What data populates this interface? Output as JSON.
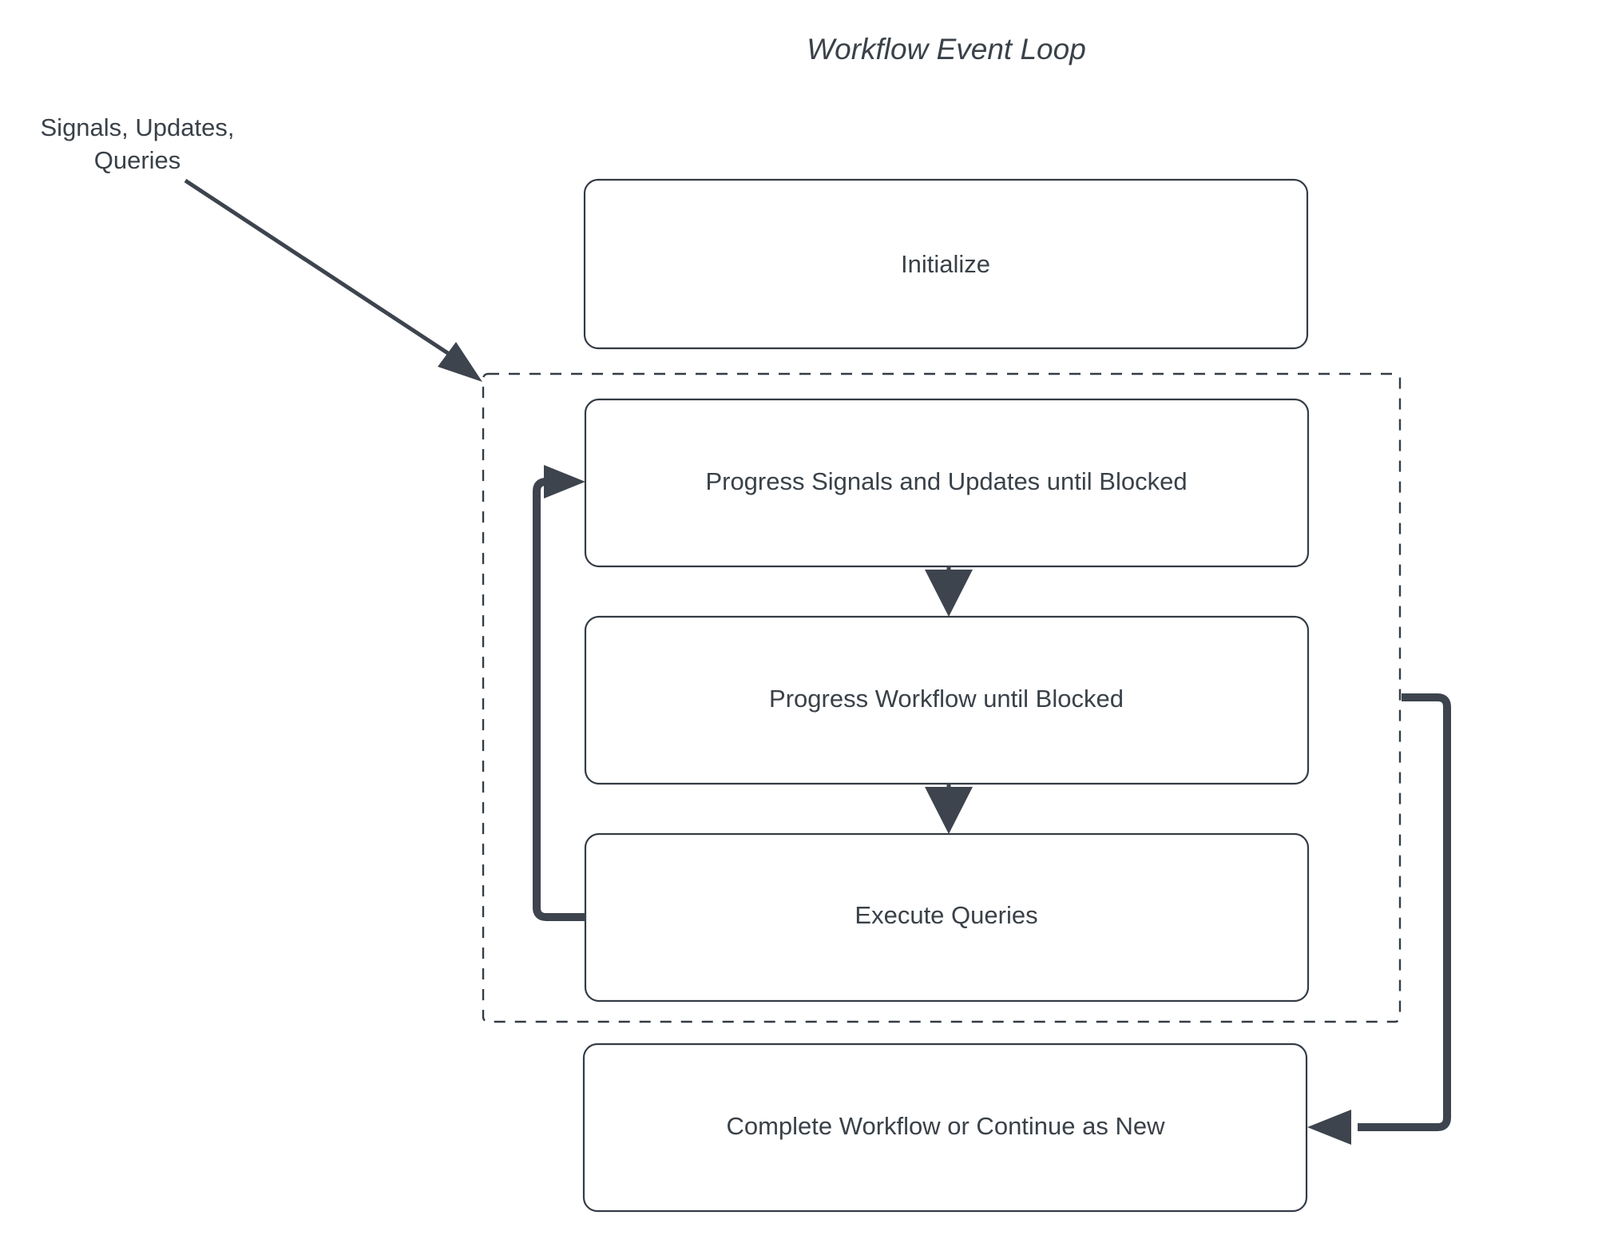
{
  "diagram": {
    "title": "Workflow Event Loop",
    "external_input_label": {
      "line1": "Signals, Updates,",
      "line2": "Queries"
    },
    "nodes": [
      {
        "id": "initialize",
        "label": "Initialize"
      },
      {
        "id": "progress-signals",
        "label": "Progress Signals and Updates until Blocked"
      },
      {
        "id": "progress-workflow",
        "label": "Progress Workflow until Blocked"
      },
      {
        "id": "execute-queries",
        "label": "Execute Queries"
      },
      {
        "id": "complete-workflow",
        "label": "Complete Workflow or Continue as New"
      }
    ],
    "colors": {
      "stroke": "#343c45",
      "text": "#3a4148",
      "flow": "#3d444e",
      "background": "#ffffff"
    }
  }
}
